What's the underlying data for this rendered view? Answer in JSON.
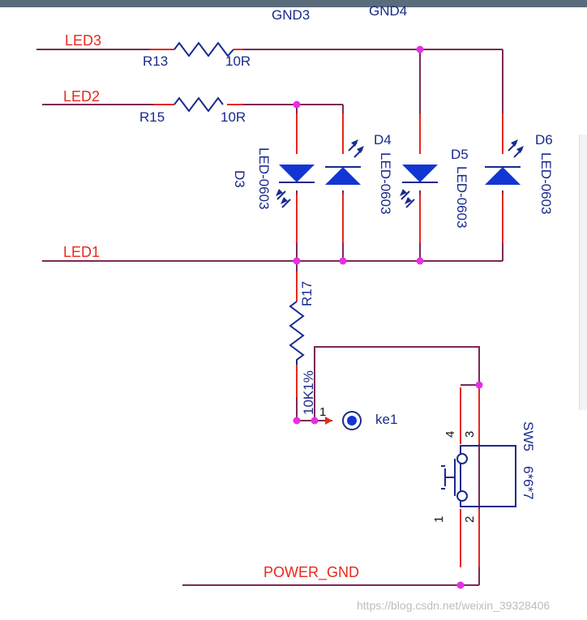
{
  "nets": {
    "led3": "LED3",
    "led2": "LED2",
    "led1": "LED1",
    "power_gnd": "POWER_GND",
    "gnd3": "GND3",
    "gnd4": "GND4"
  },
  "components": {
    "r13": {
      "ref": "R13",
      "value": "10R"
    },
    "r15": {
      "ref": "R15",
      "value": "10R"
    },
    "r17": {
      "ref": "R17",
      "value": "10K1%"
    },
    "d3": {
      "ref": "D3",
      "value": "LED-0603"
    },
    "d4": {
      "ref": "D4",
      "value": "LED-0603"
    },
    "d5": {
      "ref": "D5",
      "value": "LED-0603"
    },
    "d6": {
      "ref": "D6",
      "value": "LED-0603"
    },
    "sw5": {
      "ref": "SW5",
      "value": "6*6*7"
    },
    "ke1": {
      "ref": "ke1",
      "pin": "1"
    }
  },
  "switch_pins": [
    "1",
    "2",
    "3",
    "4"
  ],
  "watermark": "https://blog.csdn.net/weixin_39328406",
  "colors": {
    "net_label": "#e8281c",
    "component": "#1a2a8e",
    "wire": "#7a2a55",
    "junction": "#e62ee6"
  }
}
